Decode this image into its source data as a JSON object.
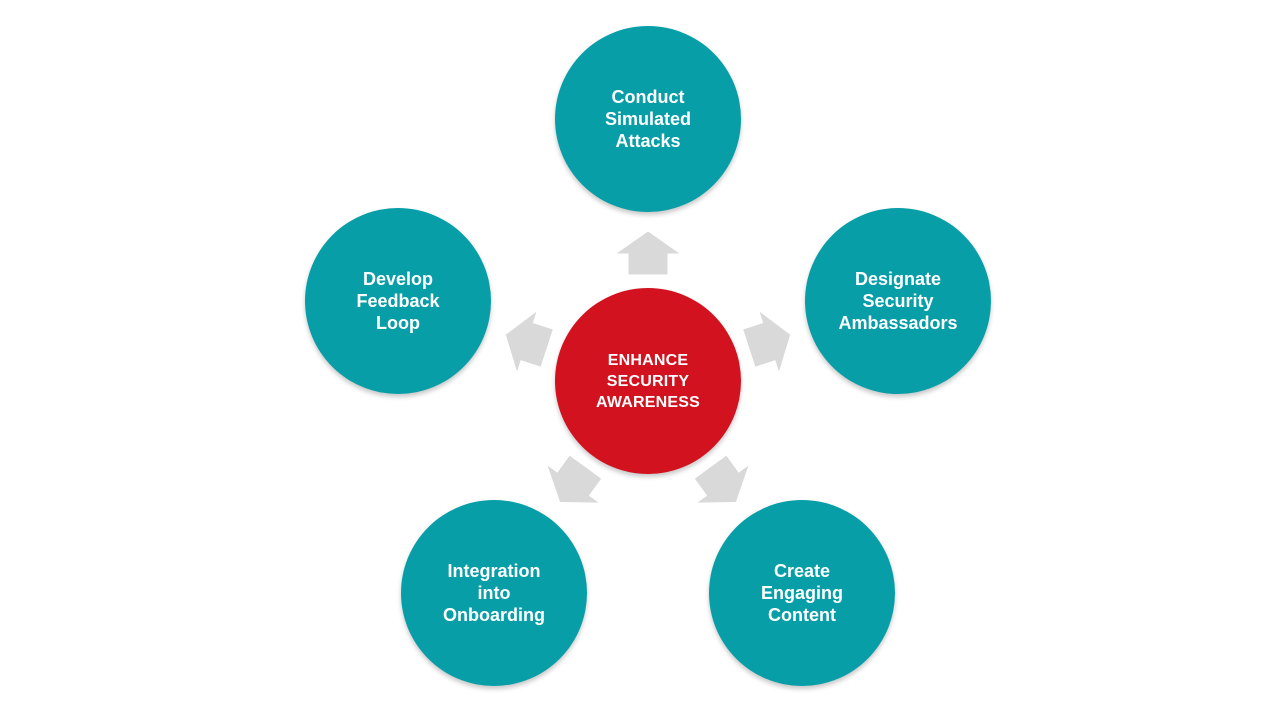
{
  "diagram": {
    "type": "radial-diverging",
    "center": {
      "label": "ENHANCE\nSECURITY\nAWARENESS",
      "color": "#d2121e",
      "text_color": "#ffffff"
    },
    "nodes": [
      {
        "id": "conduct-simulated-attacks",
        "position": "top",
        "label": "Conduct\nSimulated\nAttacks"
      },
      {
        "id": "designate-security-ambassadors",
        "position": "upper-right",
        "label": "Designate\nSecurity\nAmbassadors"
      },
      {
        "id": "create-engaging-content",
        "position": "lower-right",
        "label": "Create\nEngaging\nContent"
      },
      {
        "id": "integration-into-onboarding",
        "position": "lower-left",
        "label": "Integration\ninto\nOnboarding"
      },
      {
        "id": "develop-feedback-loop",
        "position": "upper-left",
        "label": "Develop\nFeedback\nLoop"
      }
    ],
    "colors": {
      "node": "#089ea8",
      "center": "#d2121e",
      "arrow": "#d9d9d9",
      "text": "#ffffff",
      "background": "#ffffff"
    }
  }
}
